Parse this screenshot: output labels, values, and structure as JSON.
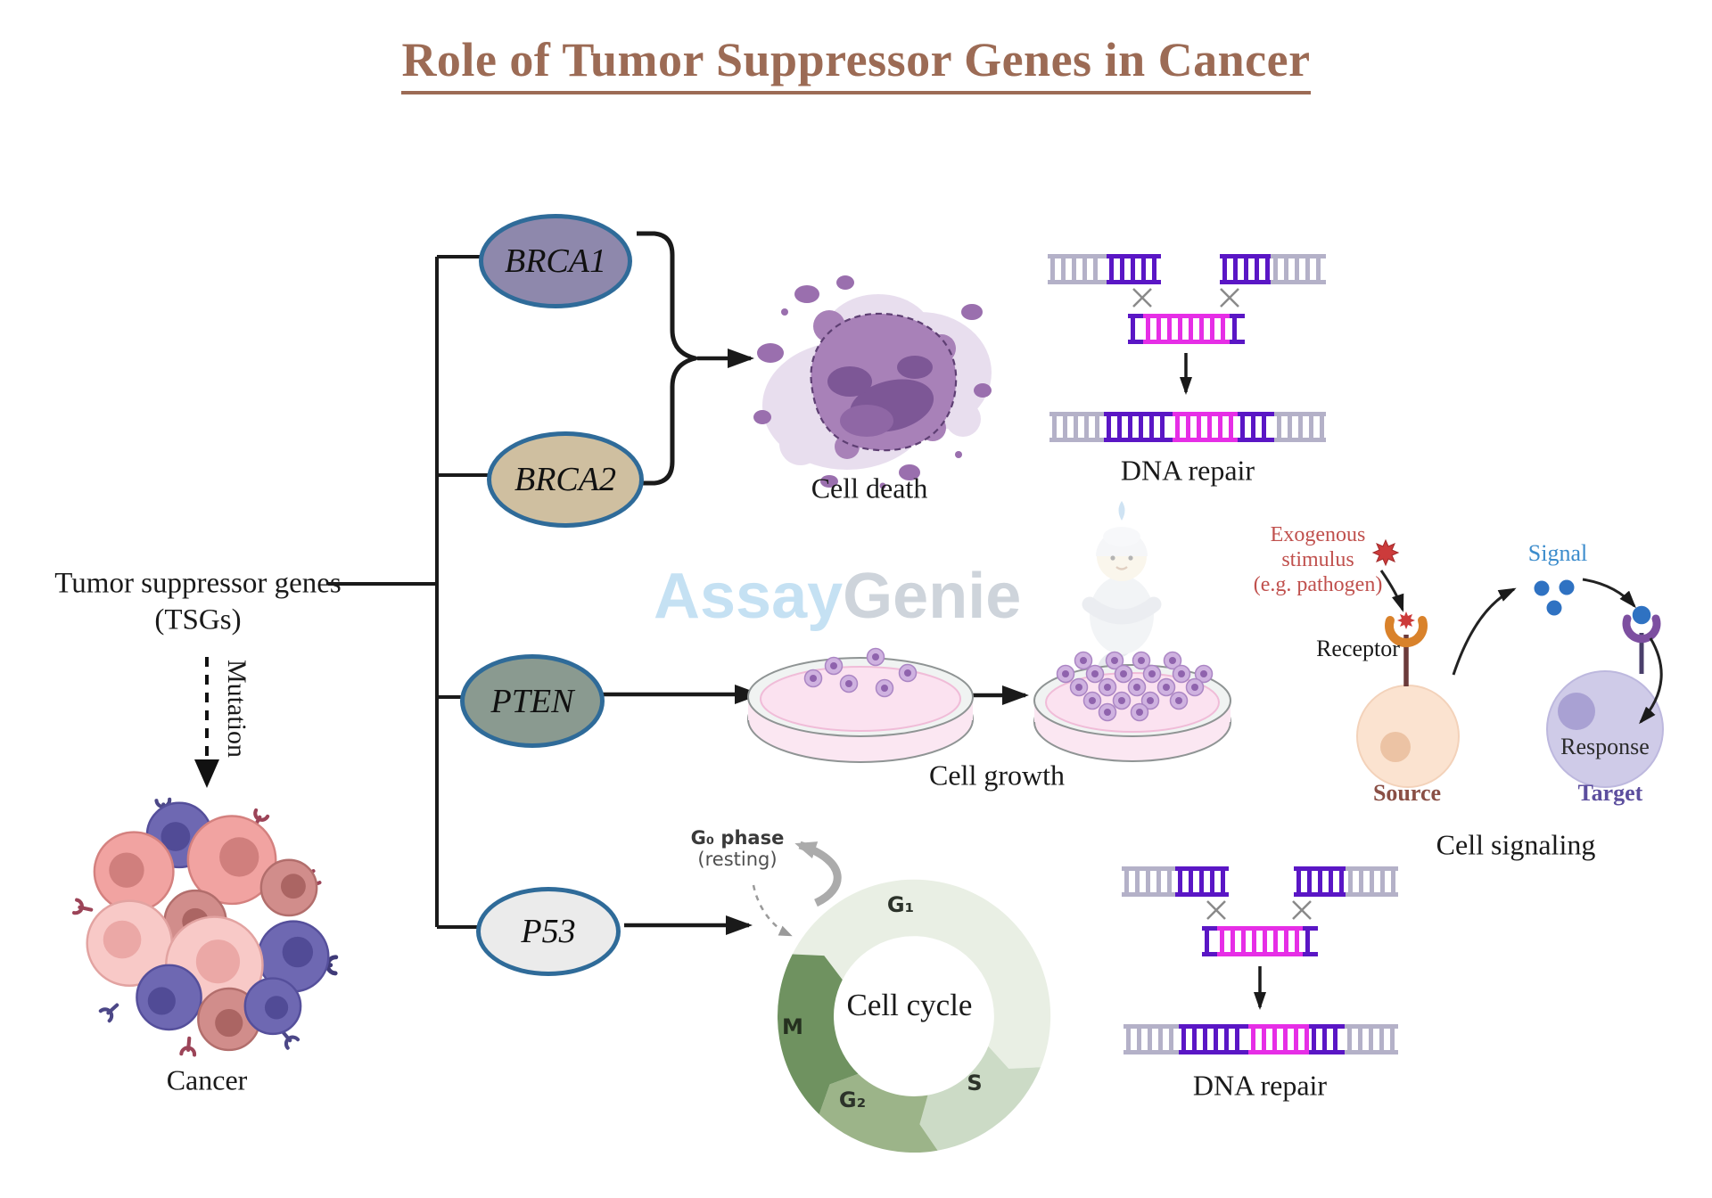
{
  "title": {
    "text": "Role of Tumor Suppressor Genes in Cancer",
    "color": "#9c6b55"
  },
  "left_panel": {
    "tsg_line1": "Tumor suppressor genes",
    "tsg_line2": "(TSGs)",
    "mutation_label": "Mutation",
    "cancer_label": "Cancer"
  },
  "genes": [
    {
      "label": "BRCA1",
      "fill": "#8e88ac"
    },
    {
      "label": "BRCA2",
      "fill": "#cfbfa0"
    },
    {
      "label": "PTEN",
      "fill": "#8a9a90"
    },
    {
      "label": "P53",
      "fill": "#ebebeb"
    }
  ],
  "gene_border_color": "#2f6b99",
  "outcomes": {
    "cell_death": "Cell death",
    "dna_repair_top": "DNA repair",
    "cell_growth": "Cell growth",
    "cell_signaling": "Cell signaling",
    "dna_repair_bottom": "DNA repair"
  },
  "signaling": {
    "stimulus_line1": "Exogenous",
    "stimulus_line2": "stimulus",
    "stimulus_line3": "(e.g. pathogen)",
    "stimulus_color": "#c0504d",
    "receptor_label": "Receptor",
    "signal_label": "Signal",
    "signal_color": "#3c8ccc",
    "response_label": "Response",
    "source_label": "Source",
    "source_color": "#8a4f45",
    "target_label": "Target",
    "target_color": "#5c4e9e"
  },
  "cell_cycle": {
    "g0_line1": "G₀ phase",
    "g0_line2": "(resting)",
    "center_label": "Cell cycle",
    "segments": [
      {
        "label": "G₁",
        "color": "#e9efe4"
      },
      {
        "label": "S",
        "color": "#ccdbc6"
      },
      {
        "label": "G₂",
        "color": "#9cb489"
      },
      {
        "label": "M",
        "color": "#6f9260"
      }
    ]
  },
  "dna_colors": {
    "gray": "#b4b1c8",
    "purple": "#5a16c5",
    "magenta": "#e62ee6"
  },
  "watermark": {
    "part1": "Assay",
    "part2": "Genie",
    "color1": "#bfdef2",
    "color2": "#c9d0d8"
  }
}
